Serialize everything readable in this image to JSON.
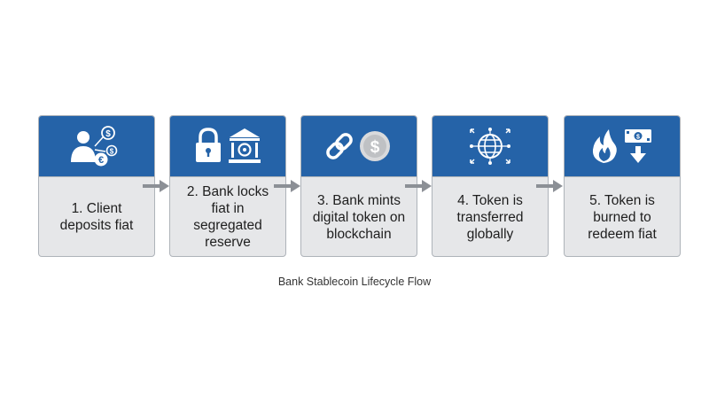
{
  "diagram": {
    "caption": "Bank Stablecoin Lifecycle Flow",
    "colors": {
      "header_blue": "#2563a8",
      "box_gray": "#e6e7e9",
      "arrow_gray": "#8c9096"
    },
    "steps": [
      {
        "label": "1. Client deposits fiat",
        "icons": [
          "user-icon",
          "dollar-coin-icon",
          "euro-coin-icon"
        ]
      },
      {
        "label": "2. Bank locks fiat in segregated reserve",
        "icons": [
          "padlock-icon",
          "bank-building-icon"
        ]
      },
      {
        "label": "3. Bank mints digital token on blockchain",
        "icons": [
          "chain-link-icon",
          "silver-dollar-coin-icon"
        ]
      },
      {
        "label": "4. Token is transferred globally",
        "icons": [
          "globe-network-icon"
        ]
      },
      {
        "label": "5. Token is burned to redeem fiat",
        "icons": [
          "flame-icon",
          "banknote-down-icon"
        ]
      }
    ]
  }
}
